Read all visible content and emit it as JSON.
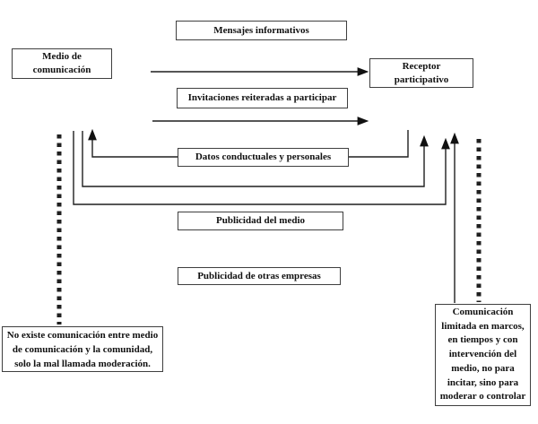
{
  "colors": {
    "background": "#ffffff",
    "line": "#1f1f1f",
    "box_border": "#3f3f3f",
    "text": "#111111"
  },
  "nodes": {
    "medio": "Medio de\ncomunicación",
    "mensajes": "Mensajes informativos",
    "receptor": "Receptor\nparticipativo",
    "invitaciones": "Invitaciones reiteradas a participar",
    "datos": "Datos conductuales y personales",
    "publicidad_medio": "Publicidad del medio",
    "publicidad_otras": "Publicidad de otras empresas",
    "no_existe": "No existe comunicación entre medio\nde comunicación y la comunidad,\nsolo la mal llamada moderación.",
    "comunicacion": "Comunicación\nlimitada en marcos,\nen tiempos y con\nintervención del\nmedio, no para\nincitar, sino para\nmoderar o controlar"
  }
}
